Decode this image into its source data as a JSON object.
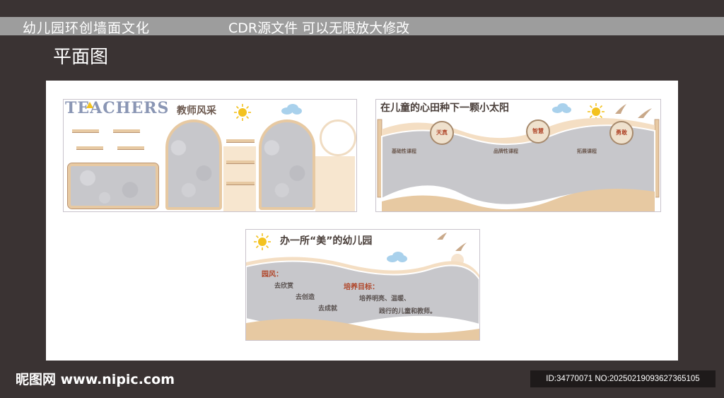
{
  "header": {
    "title_left": "幼儿园环创墙面文化",
    "title_right": "CDR源文件 可以无限放大修改",
    "subtitle": "平面图"
  },
  "panel1": {
    "teachers": "TEACHERS",
    "title": "教师风采"
  },
  "panel2": {
    "title": "在儿童的心田种下一颗小太阳",
    "badges": [
      "天真",
      "智慧",
      "勇敢"
    ],
    "courses": [
      "基础性课程",
      "品牌性课程",
      "拓展课程"
    ]
  },
  "panel3": {
    "title": "办一所“美”的幼儿园",
    "motto_label": "园风：",
    "motto_lines": [
      "去欣赏",
      "去创造",
      "去成就"
    ],
    "goal_label": "培养目标：",
    "goal_lines": [
      "培养明亮、温暖、",
      "践行的儿童和教师。"
    ]
  },
  "footer": {
    "brand": "昵图网 www.nipic.com",
    "id_text": "ID:34770071 NO:20250219093627365105"
  },
  "colors": {
    "background": "#3a3333",
    "banner": "#9d9d9d",
    "wood": "#e7c9a2",
    "wood_edge": "#b99270",
    "felt": "#c7c7cb",
    "cloud": "#a9d1ec",
    "sun": "#f3c21f"
  }
}
